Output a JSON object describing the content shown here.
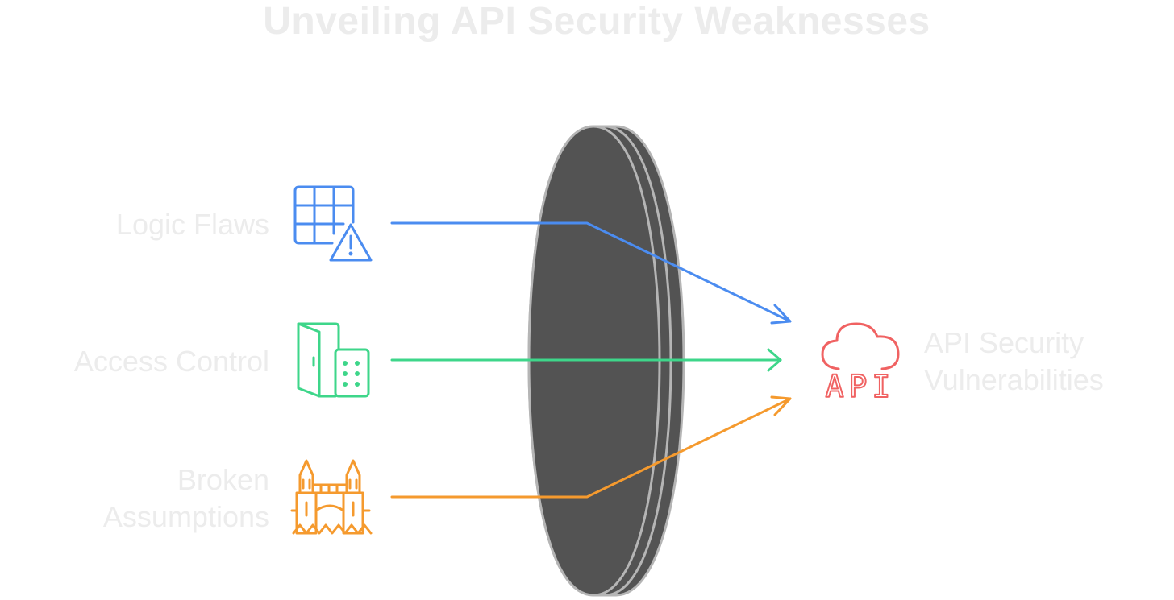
{
  "title": "Unveiling API Security Weaknesses",
  "inputs": [
    {
      "label": "Logic Flaws",
      "icon": "table-warning-icon",
      "color": "#4b8cf0"
    },
    {
      "label": "Access Control",
      "icon": "door-keypad-icon",
      "color": "#3ed68a"
    },
    {
      "label_lines": [
        "Broken",
        "Assumptions"
      ],
      "icon": "bridge-icon",
      "color": "#f59a2e"
    }
  ],
  "lens": {
    "fill": "#535353",
    "edge": "#b5b5b5"
  },
  "target": {
    "icon_text": "API",
    "icon": "cloud-api-icon",
    "color": "#f06262",
    "label_lines": [
      "API Security",
      "Vulnerabilities"
    ]
  }
}
